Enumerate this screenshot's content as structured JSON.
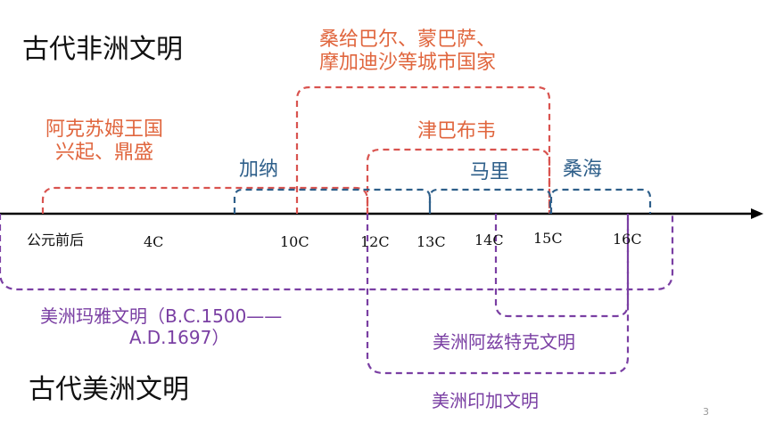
{
  "titles": {
    "africa": "古代非洲文明",
    "america": "古代美洲文明"
  },
  "africa_labels": {
    "aksum_line1": "阿克苏姆王国",
    "aksum_line2": "兴起、鼎盛",
    "ghana": "加纳",
    "swahili_line1": "桑给巴尔、蒙巴萨、",
    "swahili_line2": "摩加迪沙等城市国家",
    "zimbabwe": "津巴布韦",
    "mali": "马里",
    "songhai": "桑海"
  },
  "america_labels": {
    "maya_line1": "美洲玛雅文明（B.C.1500——",
    "maya_line2": "A.D.1697）",
    "aztec": "美洲阿兹特克文明",
    "inca": "美洲印加文明"
  },
  "axis": {
    "origin": "公元前后",
    "ticks": [
      "4C",
      "10C",
      "12C",
      "13C",
      "14C",
      "15C",
      "16C"
    ]
  },
  "colors": {
    "red": "#e0663e",
    "dashed_red": "#d9534f",
    "blue": "#2e5f8a",
    "dashed_blue": "#2e5f8a",
    "purple": "#7a3fa3",
    "axis": "#000000"
  },
  "page_number": "3"
}
